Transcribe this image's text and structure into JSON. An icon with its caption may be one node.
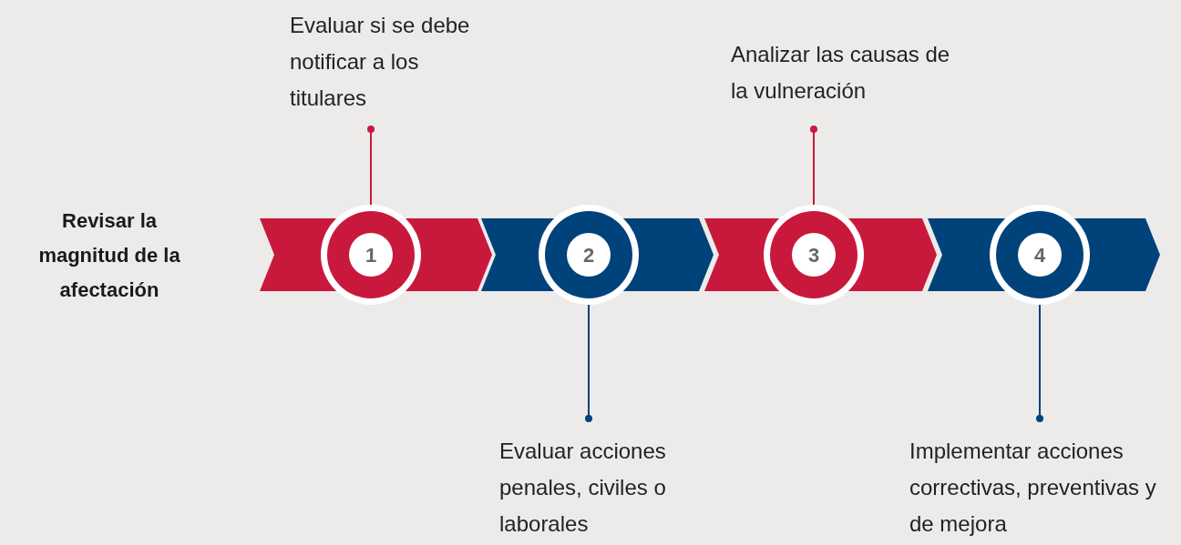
{
  "diagram": {
    "nodes": [
      {
        "text": [
          "Evaluar si se debe notificar a los titulares"
        ]
      },
      {
        "text": [
          "Analizar las causas de la vulneración"
        ]
      },
      {
        "text": [],
        "shape": "bar"
      },
      {
        "text": [
          "1"
        ]
      },
      {
        "text": [],
        "shape": "bar"
      },
      {
        "text": [
          "2"
        ]
      },
      {
        "text": [],
        "shape": "bar"
      },
      {
        "text": [
          "3"
        ]
      },
      {
        "text": [],
        "shape": "bar"
      },
      {
        "text": [
          "4"
        ]
      },
      {
        "text": [
          "Evaluar acciones penales, civiles o laborales"
        ]
      },
      {
        "text": [
          "Implementar acciones correctivas, preventivas y de mejora"
        ]
      }
    ],
    "edges": [
      {
        "from": 0,
        "to": 3,
        "arrow": "other",
        "color": "#c8193c"
      },
      {
        "from": 1,
        "to": 7,
        "arrow": "other",
        "color": "#c8193c"
      },
      {
        "from": 10,
        "to": 5,
        "arrow": "other",
        "color": "#00427a"
      },
      {
        "from": 11,
        "to": 9,
        "arrow": "other",
        "color": "#00427a"
      }
    ],
    "labels": [
      "Revisar la magnitud de la afectación"
    ]
  }
}
